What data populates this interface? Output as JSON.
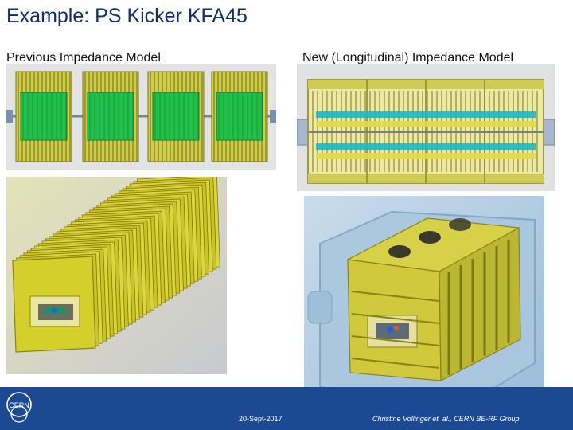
{
  "slide": {
    "title": "Example: PS Kicker KFA45",
    "left_heading": "Previous Impedance Model",
    "right_heading": "New (Longitudinal) Impedance Model"
  },
  "footer": {
    "logo_text": "CERN",
    "date": "20-Sept-2017",
    "credit": "Christine Vollinger et. al., CERN BE-RF Group"
  },
  "images": {
    "top_left": "previous-model-cross-section",
    "bottom_left": "previous-model-3d-render",
    "top_right": "new-model-cross-section",
    "bottom_right": "new-model-3d-render"
  },
  "colors": {
    "title": "#0f2f6e",
    "footer": "#1b4a93",
    "ferrite_green": "#22c04a",
    "yellow_plate": "#d8d23a",
    "cyan": "#18b8c8",
    "blue_box": "#a9c7de"
  }
}
